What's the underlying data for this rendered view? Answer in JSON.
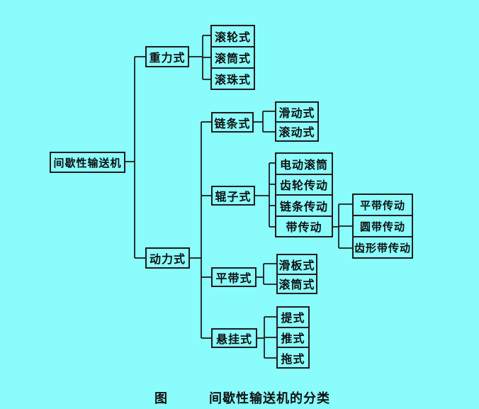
{
  "colors": {
    "background": "#8afcfc",
    "line": "#1c1c1c",
    "box_border": "#1c1c1c",
    "text": "#101010"
  },
  "caption": {
    "figure_label": "图",
    "title": "间歇性输送机的分类"
  },
  "tree": {
    "label": "间歇性输送机",
    "children": [
      {
        "label": "重力式",
        "children": [
          {
            "label": "滚轮式"
          },
          {
            "label": "滚筒式"
          },
          {
            "label": "滚珠式"
          }
        ]
      },
      {
        "label": "动力式",
        "children": [
          {
            "label": "链条式",
            "children": [
              {
                "label": "滑动式"
              },
              {
                "label": "滚动式"
              }
            ]
          },
          {
            "label": "辊子式",
            "children": [
              {
                "label": "电动滚筒"
              },
              {
                "label": "齿轮传动"
              },
              {
                "label": "链条传动"
              },
              {
                "label": "带传动",
                "children": [
                  {
                    "label": "平带传动"
                  },
                  {
                    "label": "圆带传动"
                  },
                  {
                    "label": "齿形带传动"
                  }
                ]
              }
            ]
          },
          {
            "label": "平带式",
            "children": [
              {
                "label": "滑板式"
              },
              {
                "label": "滚筒式"
              }
            ]
          },
          {
            "label": "悬挂式",
            "children": [
              {
                "label": "提式"
              },
              {
                "label": "推式"
              },
              {
                "label": "拖式"
              }
            ]
          }
        ]
      }
    ]
  }
}
